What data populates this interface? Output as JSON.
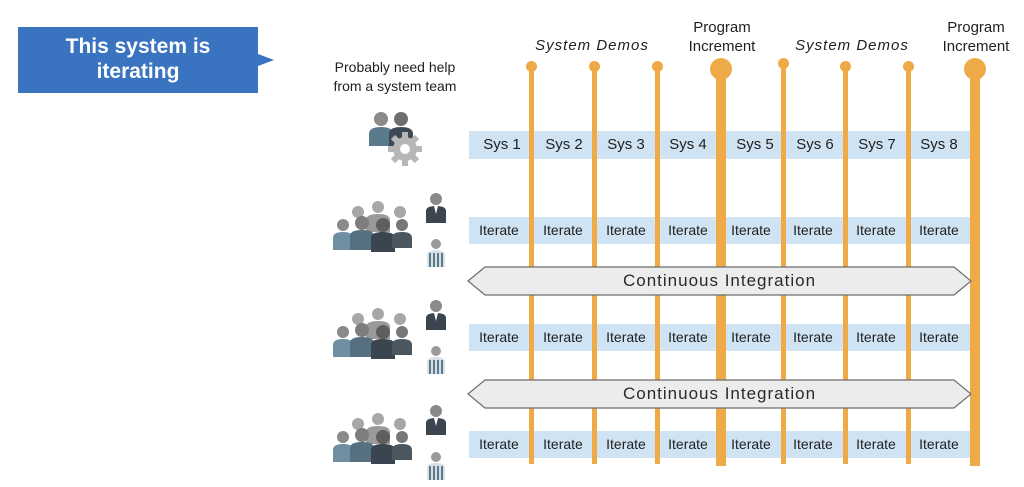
{
  "callout": {
    "text_line1": "This system is",
    "text_line2": "iterating",
    "color": "#3a73c0"
  },
  "header": {
    "system_demos_1": "System Demos",
    "program_increment_1_line1": "Program",
    "program_increment_1_line2": "Increment",
    "system_demos_2": "System Demos",
    "program_increment_2_line1": "Program",
    "program_increment_2_line2": "Increment"
  },
  "help_note": {
    "line1": "Probably need help",
    "line2": "from a system team"
  },
  "sys_row": {
    "cells": [
      "Sys 1",
      "Sys 2",
      "Sys 3",
      "Sys 4",
      "Sys 5",
      "Sys 6",
      "Sys 7",
      "Sys 8"
    ]
  },
  "iterate_rows": [
    {
      "cells": [
        "Iterate",
        "Iterate",
        "Iterate",
        "Iterate",
        "Iterate",
        "Iterate",
        "Iterate",
        "Iterate"
      ]
    },
    {
      "cells": [
        "Iterate",
        "Iterate",
        "Iterate",
        "Iterate",
        "Iterate",
        "Iterate",
        "Iterate",
        "Iterate"
      ]
    },
    {
      "cells": [
        "Iterate",
        "Iterate",
        "Iterate",
        "Iterate",
        "Iterate",
        "Iterate",
        "Iterate",
        "Iterate"
      ]
    }
  ],
  "ci_bars": [
    {
      "label": "Continuous Integration"
    },
    {
      "label": "Continuous Integration"
    }
  ],
  "colors": {
    "pole": "#efaa48",
    "row_fill": "#cfe3f3",
    "ci_fill": "#ececec",
    "callout": "#3a73c0"
  },
  "icons": {
    "system_team": "people-gear-icon",
    "team": "team-group-icon",
    "owner": "product-owner-icon",
    "scrum_master": "scrum-master-icon"
  }
}
